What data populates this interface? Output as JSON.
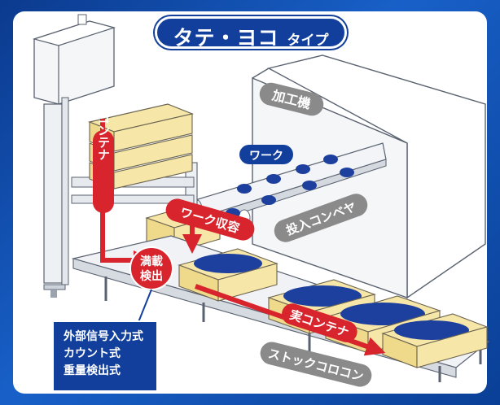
{
  "title": {
    "main": "タテ・ヨコ",
    "sub": "タイプ"
  },
  "labels": {
    "processing_machine": "加工機",
    "work": "ワーク",
    "feed_conveyor": "投入コンベヤ",
    "work_storage": "ワーク収容",
    "empty_container": "空コンテナ",
    "full_load_detection": [
      "満載",
      "検出"
    ],
    "filled_container": "実コンテナ",
    "stock_conveyor": "ストックコロコン"
  },
  "detection_methods": [
    "外部信号入力式",
    "カウント式",
    "重量検出式"
  ],
  "colors": {
    "background": "#1253b8",
    "navy": "#123f9c",
    "red": "#d8242c",
    "gray_label": "#8a8a8a",
    "container_yellow": "#f6e6a8",
    "work_blue": "#1d3f9e"
  }
}
